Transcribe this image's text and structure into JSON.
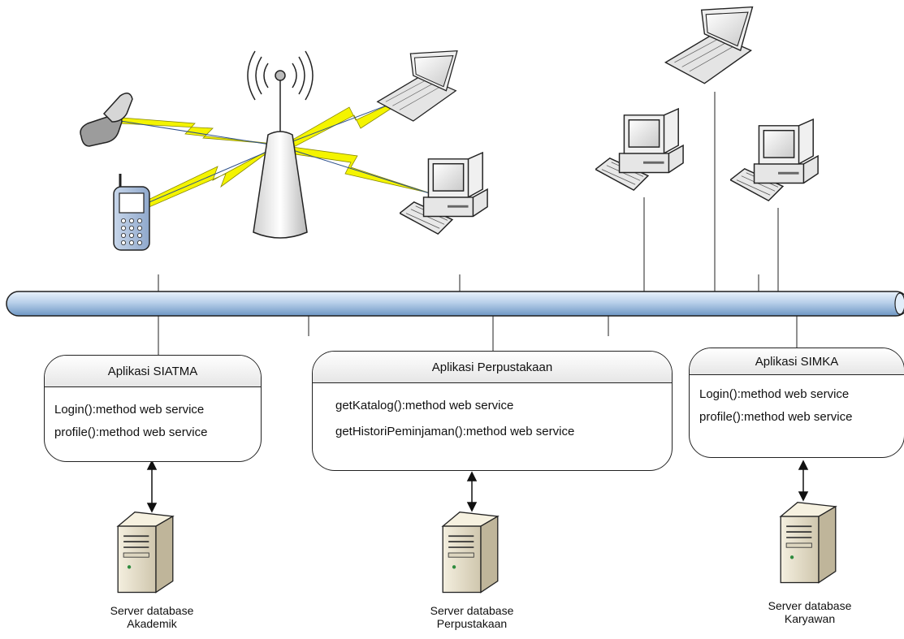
{
  "applications": [
    {
      "id": "siatma",
      "title": "Aplikasi SIATMA",
      "methods": [
        "Login():method web service",
        "profile():method web service"
      ]
    },
    {
      "id": "perpustakaan",
      "title": "Aplikasi Perpustakaan",
      "methods": [
        "getKatalog():method web service",
        "getHistoriPeminjaman():method web service"
      ]
    },
    {
      "id": "simka",
      "title": "Aplikasi SIMKA",
      "methods": [
        "Login():method web service",
        "profile():method web service"
      ]
    }
  ],
  "servers": [
    {
      "id": "akademik",
      "line1": "Server database",
      "line2": "Akademik"
    },
    {
      "id": "perpustakaan",
      "line1": "Server database",
      "line2": "Perpustakaan"
    },
    {
      "id": "karyawan",
      "line1": "Server database",
      "line2": "Karyawan"
    }
  ],
  "icons": [
    "flip-phone-icon",
    "cell-phone-icon",
    "wireless-tower-icon",
    "laptop-icon",
    "desktop-computer-icon",
    "database-server-icon",
    "lightning-bolt-icon"
  ],
  "colors": {
    "bus_light": "#d8e6f5",
    "bus_dark": "#7ea6cf",
    "lightning": "#f2f200",
    "wire": "#2c4f8a"
  }
}
